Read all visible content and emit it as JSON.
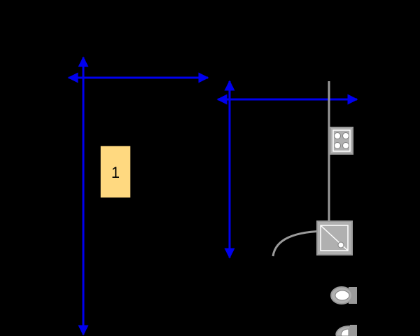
{
  "diagram": {
    "background_color": "#000000",
    "dimension_color": "#0000ee",
    "fixture_stroke_color": "#9a9a9a",
    "fixture_fill_color": "#b0b0b0",
    "label_fill_color": "#ffd980",
    "room_label": {
      "text": "1"
    },
    "fixtures": [
      {
        "name": "stove-top",
        "icon": "stove-icon"
      },
      {
        "name": "corner-shower",
        "icon": "shower-icon"
      },
      {
        "name": "door-swing",
        "icon": "door-arc-icon"
      },
      {
        "name": "wash-basin",
        "icon": "sink-icon"
      },
      {
        "name": "toilet",
        "icon": "toilet-icon"
      }
    ]
  }
}
